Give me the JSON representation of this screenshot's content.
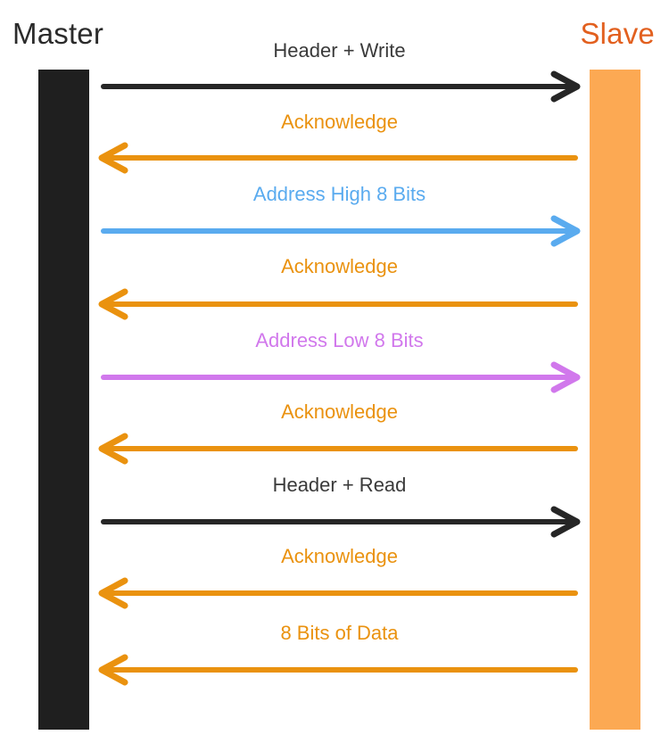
{
  "diagram": {
    "title_master": "Master",
    "title_slave": "Slave",
    "master_color": "#1f1f1f",
    "slave_color": "#fca953",
    "slave_title_color": "#e2601f",
    "background": "#ffffff"
  },
  "colors": {
    "black": "#262626",
    "orange": "#ea920f",
    "blue": "#5aabef",
    "purple": "#d178ec"
  },
  "messages": [
    {
      "label": "Header + Write",
      "direction": "master-to-slave",
      "color": "#262626",
      "label_color": "#3a3a3a",
      "icon": "arrow-right-icon"
    },
    {
      "label": "Acknowledge",
      "direction": "slave-to-master",
      "color": "#ea920f",
      "label_color": "#ea920f",
      "icon": "arrow-left-icon"
    },
    {
      "label": "Address High 8 Bits",
      "direction": "master-to-slave",
      "color": "#5aabef",
      "label_color": "#5aabef",
      "icon": "arrow-right-icon"
    },
    {
      "label": "Acknowledge",
      "direction": "slave-to-master",
      "color": "#ea920f",
      "label_color": "#ea920f",
      "icon": "arrow-left-icon"
    },
    {
      "label": "Address Low 8 Bits",
      "direction": "master-to-slave",
      "color": "#d178ec",
      "label_color": "#d178ec",
      "icon": "arrow-right-icon"
    },
    {
      "label": "Acknowledge",
      "direction": "slave-to-master",
      "color": "#ea920f",
      "label_color": "#ea920f",
      "icon": "arrow-left-icon"
    },
    {
      "label": "Header + Read",
      "direction": "master-to-slave",
      "color": "#262626",
      "label_color": "#3a3a3a",
      "icon": "arrow-right-icon"
    },
    {
      "label": "Acknowledge",
      "direction": "slave-to-master",
      "color": "#ea920f",
      "label_color": "#ea920f",
      "icon": "arrow-left-icon"
    },
    {
      "label": "8 Bits of Data",
      "direction": "slave-to-master",
      "color": "#ea920f",
      "label_color": "#ea920f",
      "icon": "arrow-left-icon"
    }
  ],
  "layout": {
    "row_tops": [
      80,
      160,
      242,
      324,
      406,
      486,
      568,
      648,
      734
    ],
    "label_tops": [
      46,
      126,
      207,
      288,
      371,
      451,
      533,
      613,
      699
    ]
  }
}
